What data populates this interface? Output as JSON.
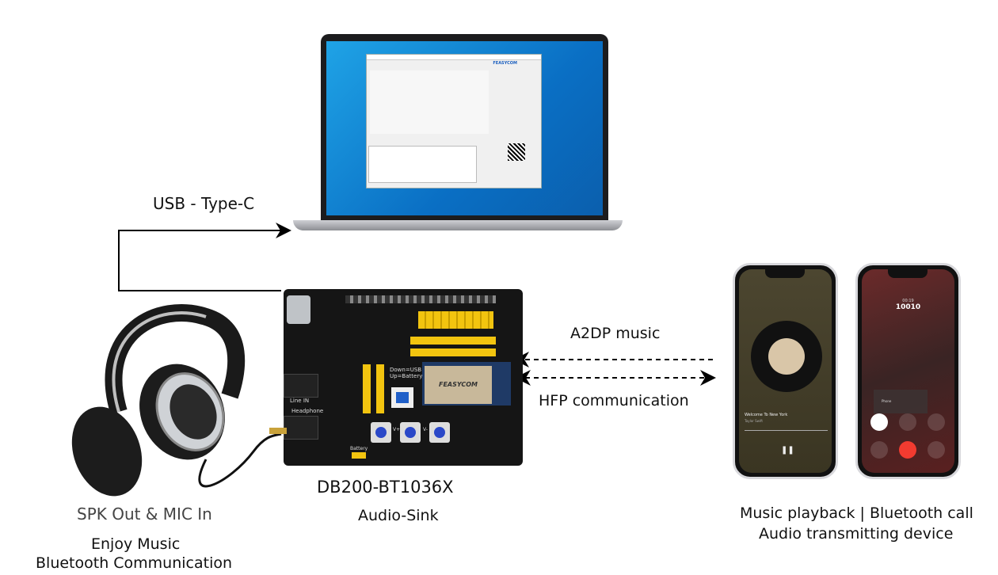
{
  "laptop": {
    "connection_label": "USB - Type-C",
    "screen_app_brand": "FEASYCOM"
  },
  "board": {
    "name": "DB200-BT1036X",
    "role": "Audio-Sink",
    "module_brand": "FEASYCOM",
    "switch_label": "Down=USB Up=Battery",
    "jack_line_in": "Line IN",
    "jack_headphone": "Headphone",
    "battery_label": "Battery",
    "button_labels": [
      "V+",
      "V-"
    ]
  },
  "links": {
    "a2dp": "A2DP music",
    "hfp": "HFP communication"
  },
  "headphones": {
    "caption": "SPK Out & MIC In",
    "desc_line1": "Enjoy Music",
    "desc_line2": "Bluetooth Communication"
  },
  "phones": {
    "caption_line1": "Music playback | Bluetooth call",
    "caption_line2": "Audio transmitting device",
    "music": {
      "song": "Welcome To New York",
      "artist": "Taylor Swift"
    },
    "call": {
      "timer": "00:19",
      "number": "10010",
      "menu": [
        "Phone"
      ]
    }
  },
  "colors": {
    "line": "#000000",
    "board": "#151515",
    "header_pins": "#f2c40f",
    "button_blue": "#2a48c8",
    "end_call": "#f23b30"
  }
}
